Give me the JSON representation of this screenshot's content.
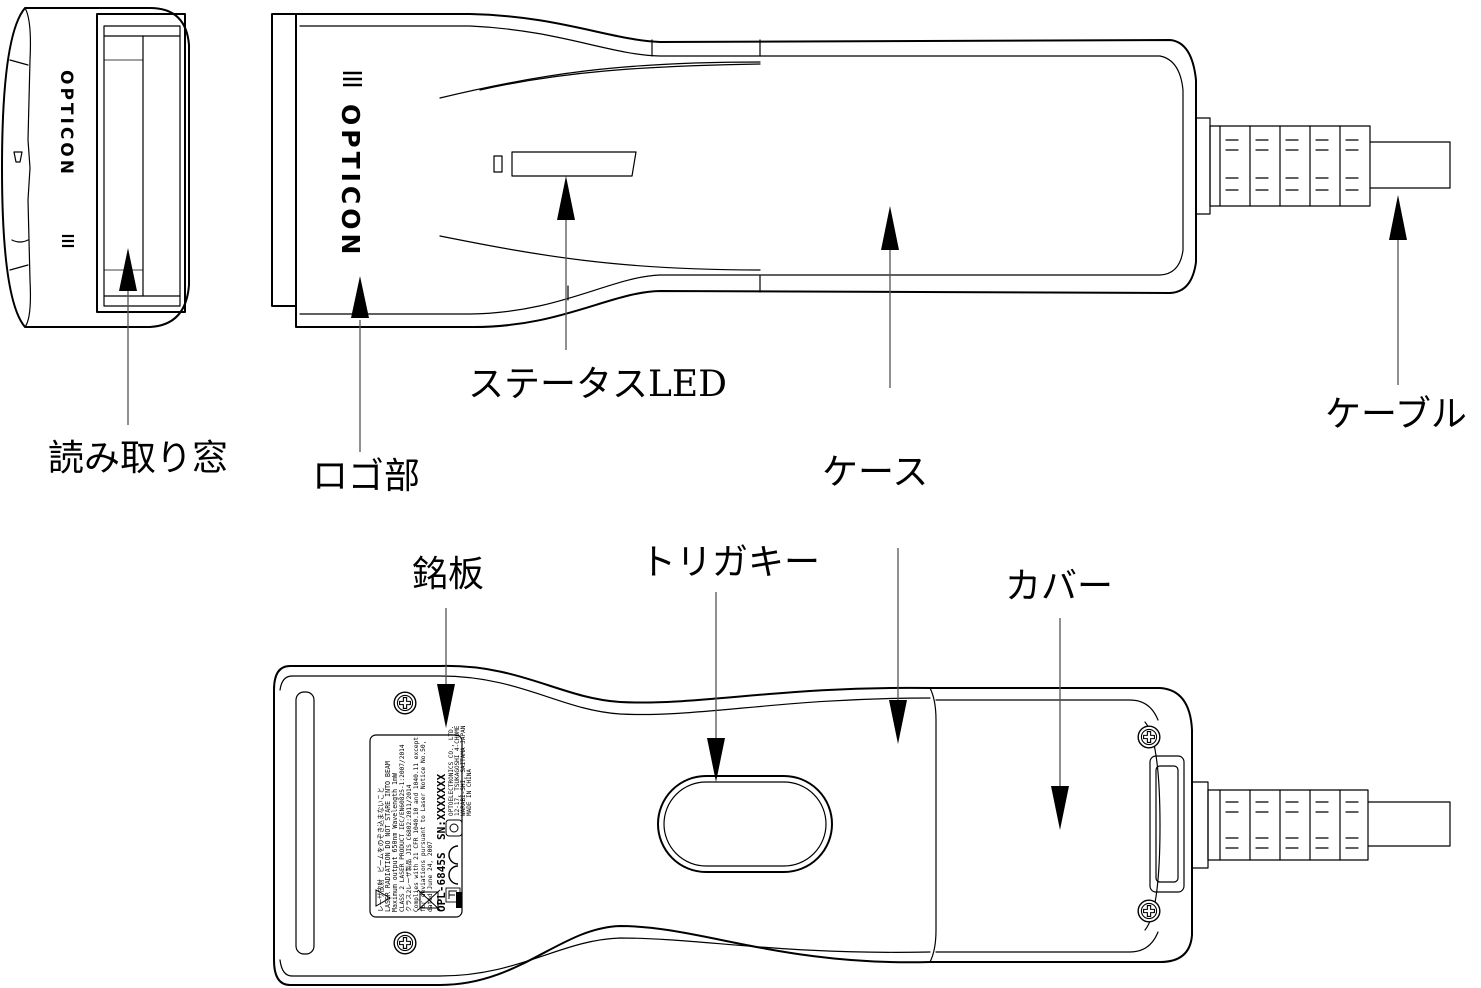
{
  "brand_logo": "OPTICON",
  "labels": {
    "reading_window": "読み取り窓",
    "logo_area": "ロゴ部",
    "status_led": "ステータスLED",
    "case_top": "ケース",
    "cable": "ケーブル",
    "nameplate": "銘板",
    "trigger_key": "トリガキー",
    "case_bottom": "ケース",
    "cover": "カバー"
  },
  "nameplate": {
    "line1": "レーザ放射　ビームをのぞき込まないこと",
    "line2": "LASER RADIATION DO NOT STARE INTO BEAM",
    "line3": "Maximum output 650nm  Wavelength 1mW",
    "line4": "CLASS 2 LASER PRODUCT IEC/EN60825-1:2007/2014",
    "line5": "クラス2レーザ製品 JIS C6802:2011/2014",
    "line6": "Complies with 21 CFR 1040.10 and 1040.11 except",
    "line7": "for deviations pursuant to Laser Notice No.50,",
    "line8": "dated June 24, 2007",
    "model": "OPL-6845S",
    "serial": "SN:XXXXXXX",
    "maker1": "OPTOELECTRONICS CO., LTD.",
    "maker2": "12-17, TSUKAGOSHI 4-CHOME",
    "maker3": "WARABI-SHI, SAITAMA JAPAN",
    "maker4": "MADE IN CHINA"
  }
}
